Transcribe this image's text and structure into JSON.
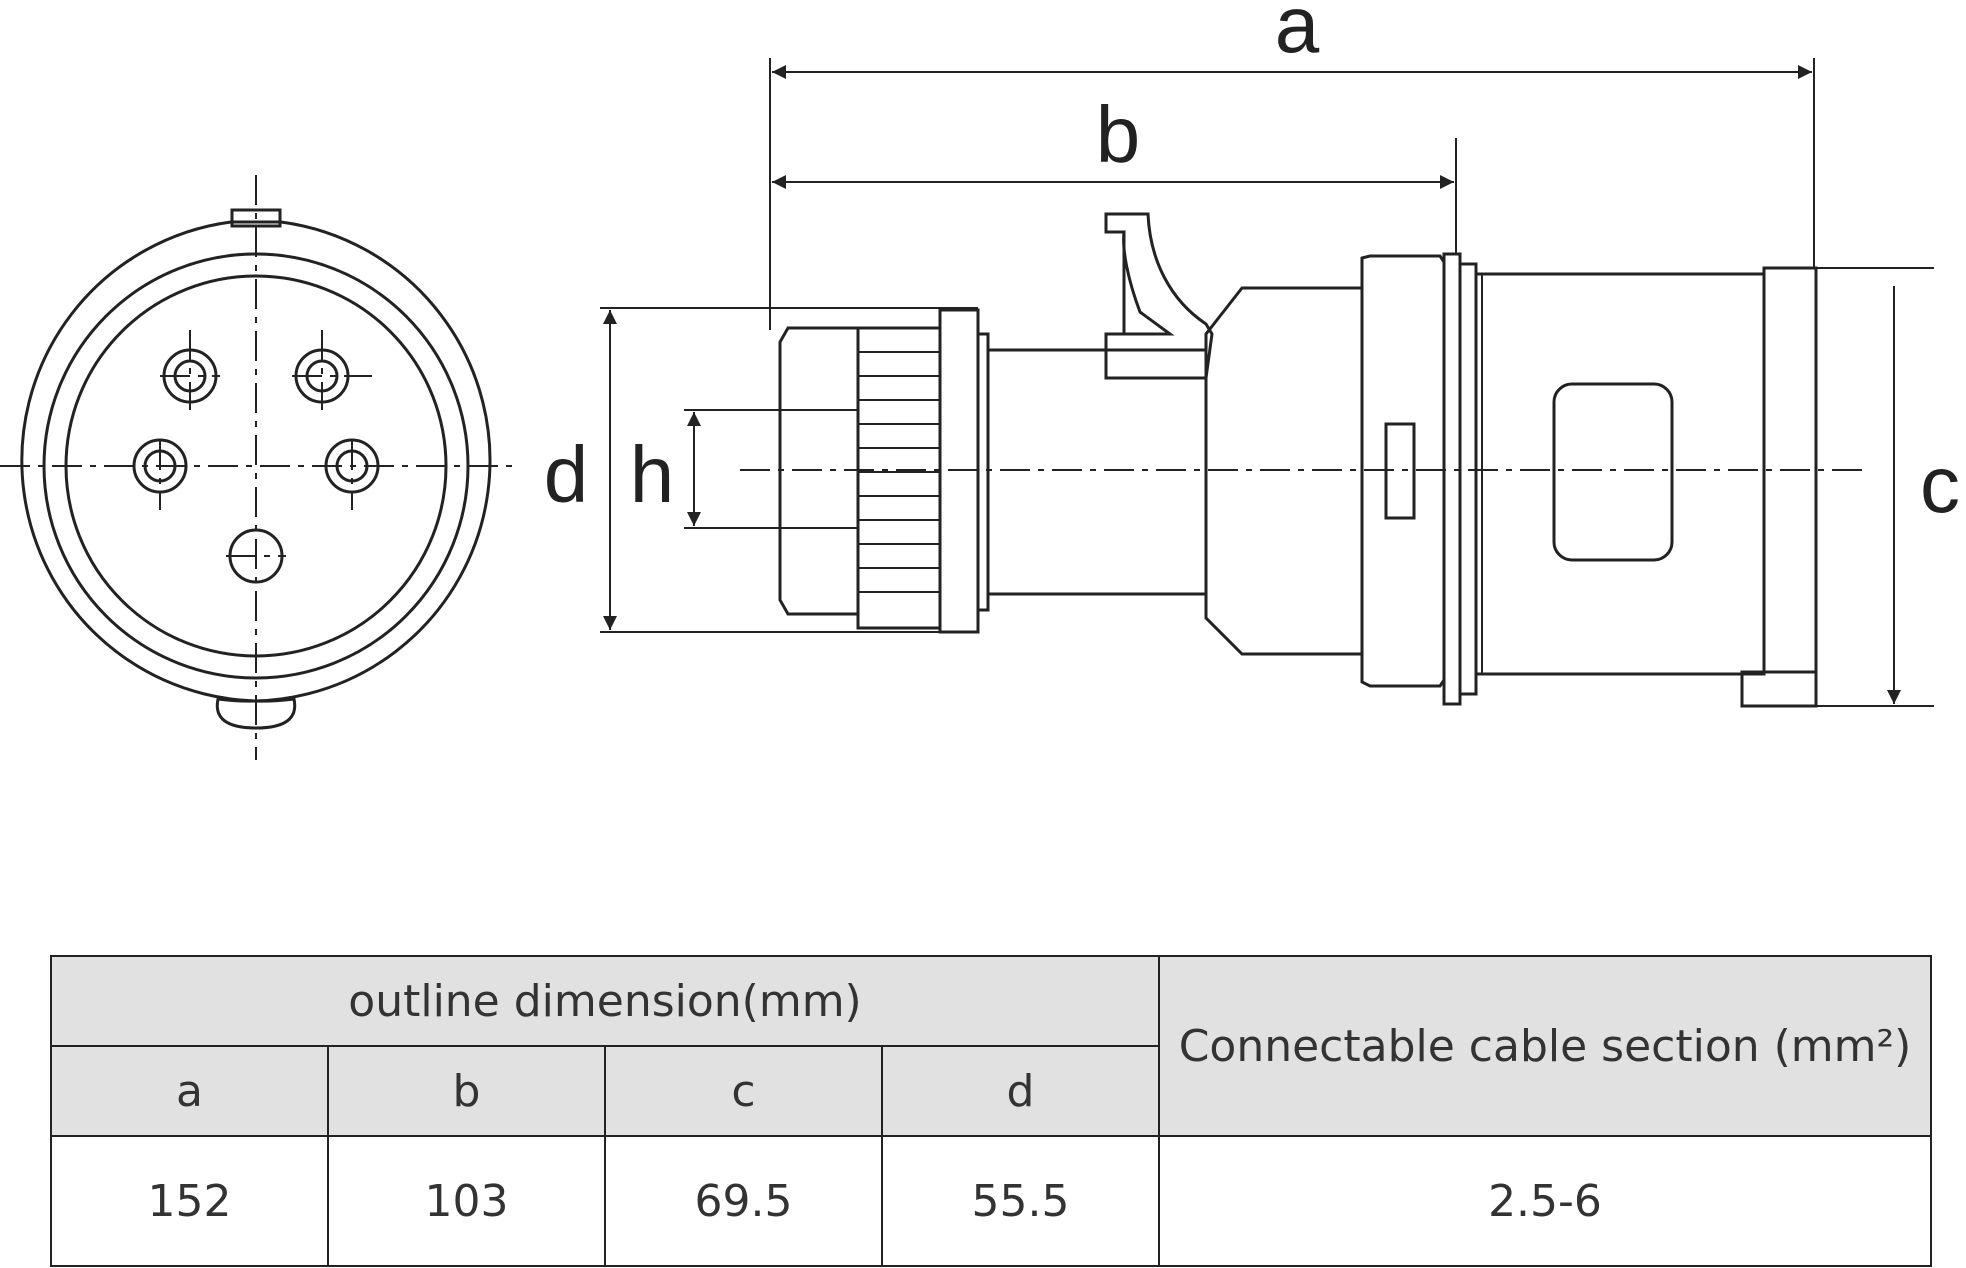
{
  "diagram": {
    "labels": {
      "a": "a",
      "b": "b",
      "c": "c",
      "d": "d",
      "h": "h"
    }
  },
  "table": {
    "outline_header": "outline dimension(mm)",
    "cable_header": "Connectable cable section (mm²)",
    "columns": [
      "a",
      "b",
      "c",
      "d"
    ],
    "values": [
      "152",
      "103",
      "69.5",
      "55.5"
    ],
    "cable_value": "2.5-6"
  },
  "colors": {
    "line": "#222222",
    "header_fill": "#e1e1e1"
  }
}
